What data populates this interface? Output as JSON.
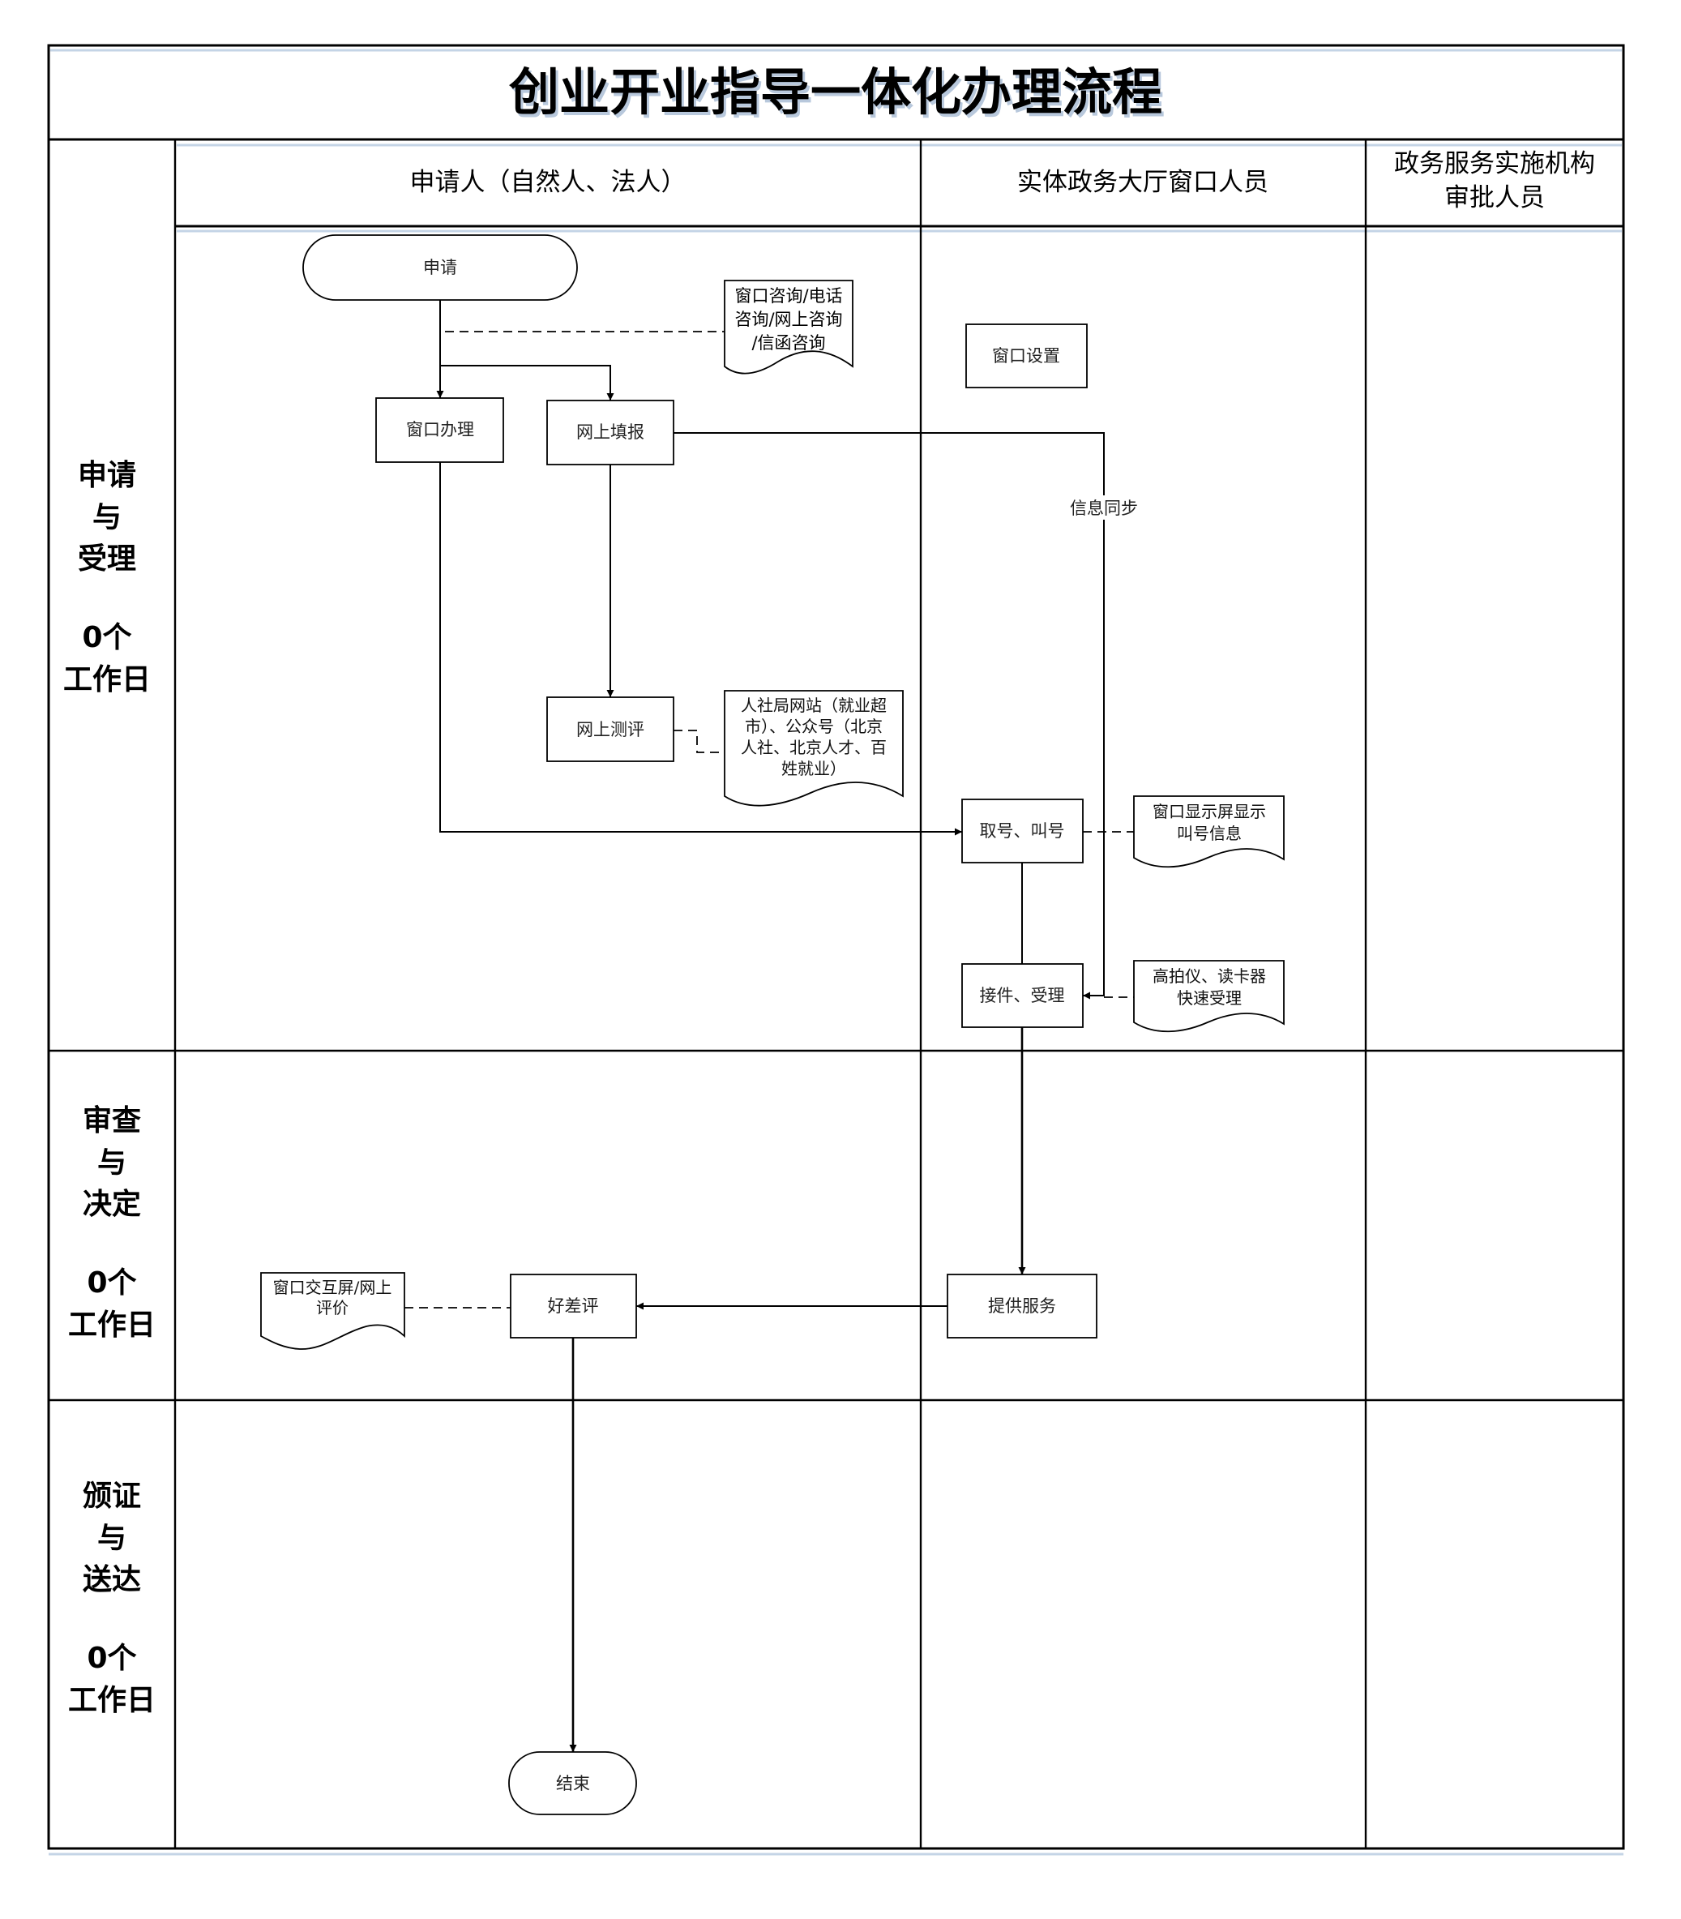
{
  "title": "创业开业指导一体化办理流程",
  "lanes": [
    {
      "label": "申请人（自然人、法人）"
    },
    {
      "label": "实体政务大厅窗口人员"
    },
    {
      "label_lines": [
        "政务服务实施机构",
        "审批人员"
      ]
    }
  ],
  "stages": [
    {
      "lines": [
        "申请",
        "与",
        "受理",
        "",
        "0个",
        "工作日"
      ]
    },
    {
      "lines": [
        "审查",
        "与",
        "决定",
        "",
        "0个",
        "工作日"
      ]
    },
    {
      "lines": [
        "颁证",
        "与",
        "送达",
        "",
        "0个",
        "工作日"
      ]
    }
  ],
  "nodes": {
    "start": {
      "label": "申请",
      "shape": "terminator"
    },
    "window_handle": {
      "label": "窗口办理",
      "shape": "process"
    },
    "online_fill": {
      "label": "网上填报",
      "shape": "process"
    },
    "window_setup": {
      "label": "窗口设置",
      "shape": "process"
    },
    "online_eval": {
      "label": "网上测评",
      "shape": "process"
    },
    "take_number": {
      "label": "取号、叫号",
      "shape": "process"
    },
    "receive": {
      "label": "接件、受理",
      "shape": "process"
    },
    "provide_service": {
      "label": "提供服务",
      "shape": "process"
    },
    "rating": {
      "label": "好差评",
      "shape": "process"
    },
    "end": {
      "label": "结束",
      "shape": "terminator"
    }
  },
  "documents": {
    "consult": {
      "lines": [
        "窗口咨询/电话",
        "咨询/网上咨询",
        "/信函咨询"
      ]
    },
    "websites": {
      "lines": [
        "人社局网站（就业超",
        "市）、公众号（北京",
        "人社、北京人才、百",
        "姓就业）"
      ]
    },
    "display": {
      "lines": [
        "窗口显示屏显示",
        "叫号信息"
      ]
    },
    "scanner": {
      "lines": [
        "高拍仪、读卡器",
        "快速受理"
      ]
    },
    "feedback": {
      "lines": [
        "窗口交互屏/网上",
        "评价"
      ]
    }
  },
  "edge_labels": {
    "info_sync": "信息同步"
  }
}
